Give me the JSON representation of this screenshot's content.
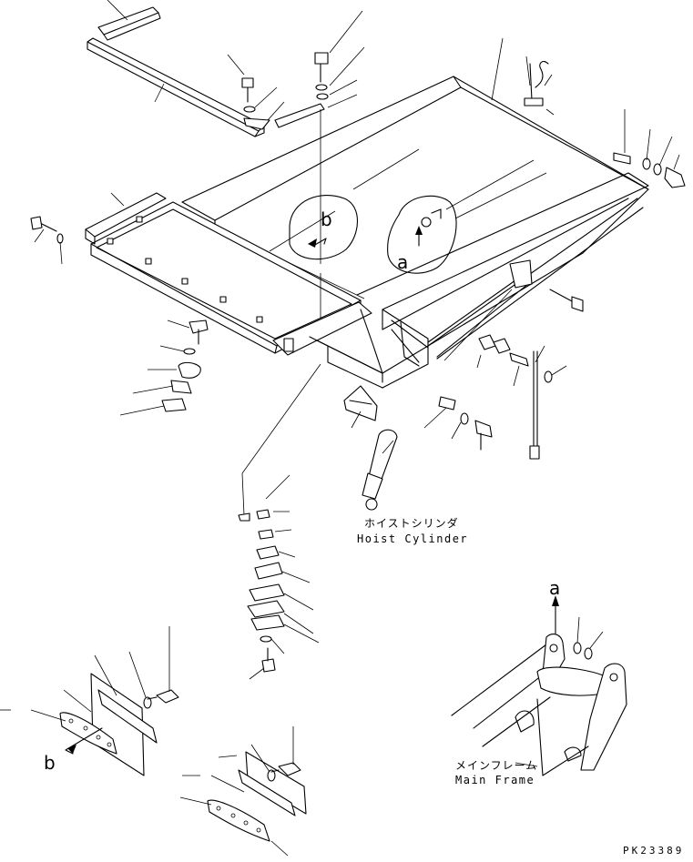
{
  "callouts": {
    "a_detail": "a",
    "b_detail": "b",
    "a_inset": "a",
    "b_mudflap": "b"
  },
  "labels": {
    "hoist_cylinder_jp": "ホイストシリンダ",
    "hoist_cylinder_en": "Hoist Cylinder",
    "main_frame_jp": "メインフレーム",
    "main_frame_en": "Main Frame"
  },
  "drawing_code": "PK23389"
}
